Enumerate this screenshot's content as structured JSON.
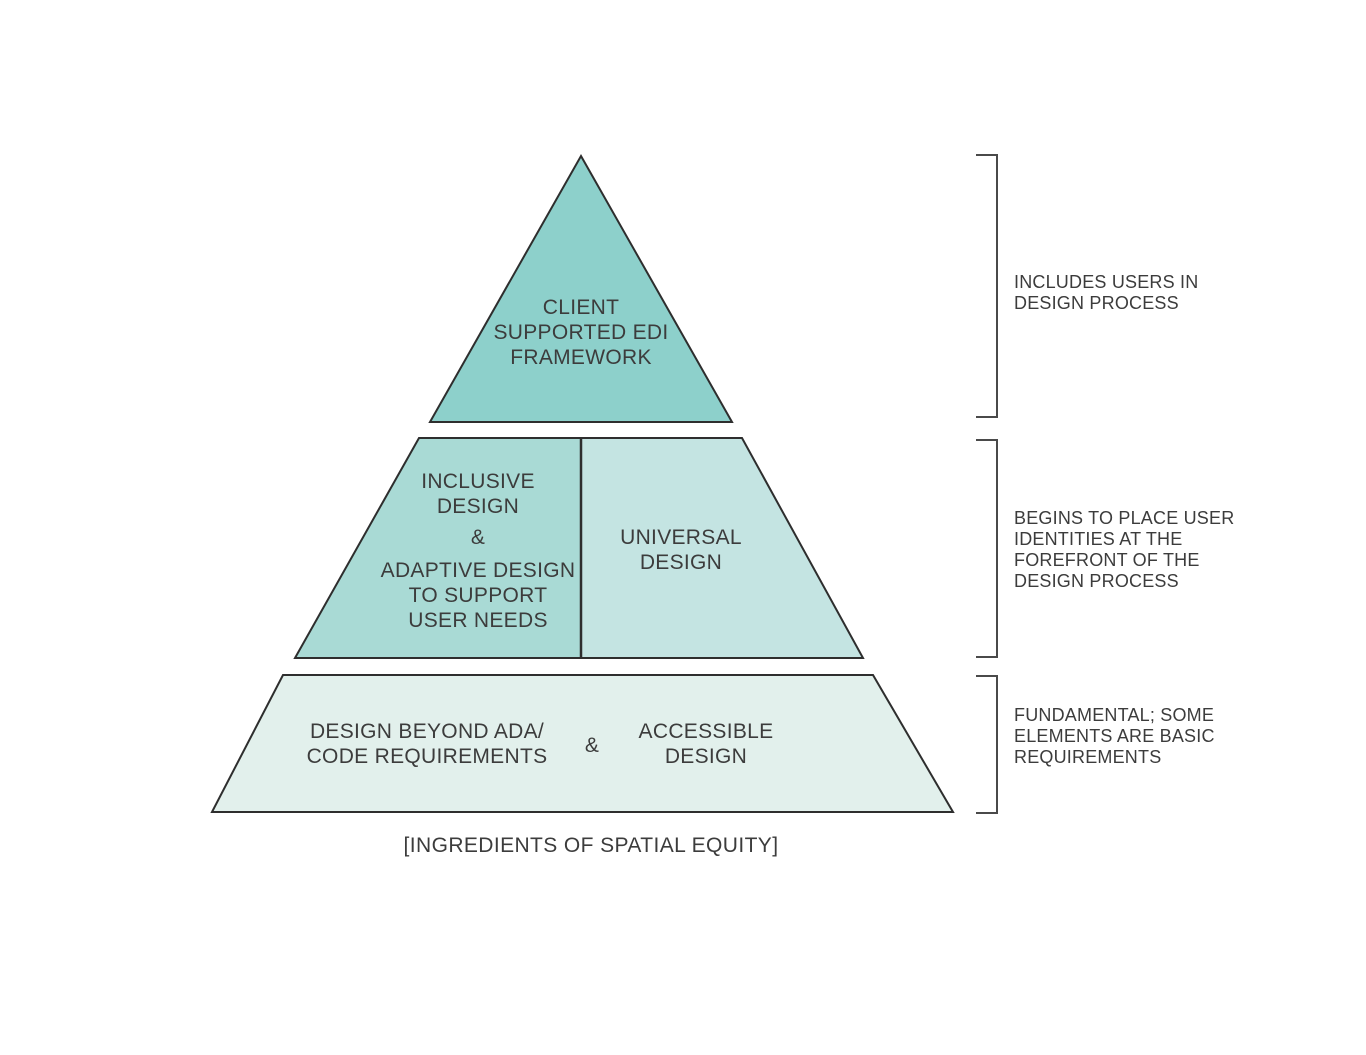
{
  "diagram": {
    "caption": "[INGREDIENTS OF SPATIAL EQUITY]",
    "tiers": {
      "top": {
        "label": "CLIENT\nSUPPORTED EDI\nFRAMEWORK"
      },
      "middle_left": {
        "title": "INCLUSIVE\nDESIGN",
        "connector": "&",
        "subtitle": "ADAPTIVE DESIGN\nTO SUPPORT\nUSER NEEDS"
      },
      "middle_right": {
        "label": "UNIVERSAL\nDESIGN"
      },
      "bottom": {
        "left_label": "DESIGN BEYOND ADA/\nCODE REQUIREMENTS",
        "connector": "&",
        "right_label": "ACCESSIBLE\nDESIGN"
      }
    },
    "annotations": [
      {
        "text": "INCLUDES USERS IN\nDESIGN PROCESS"
      },
      {
        "text": "BEGINS TO PLACE USER\nIDENTITIES  AT THE\nFOREFRONT OF THE\nDESIGN PROCESS"
      },
      {
        "text": "FUNDAMENTAL; SOME\nELEMENTS ARE BASIC\nREQUIREMENTS"
      }
    ],
    "colors": {
      "tier_top": "#8dd0cb",
      "tier_middle_left": "#a9dad5",
      "tier_middle_right": "#c4e4e2",
      "tier_bottom": "#e2f0ec",
      "outline": "#2e2e2e",
      "bracket": "#4a4a4a",
      "text": "#3c3c3c",
      "background": "#ffffff"
    }
  }
}
